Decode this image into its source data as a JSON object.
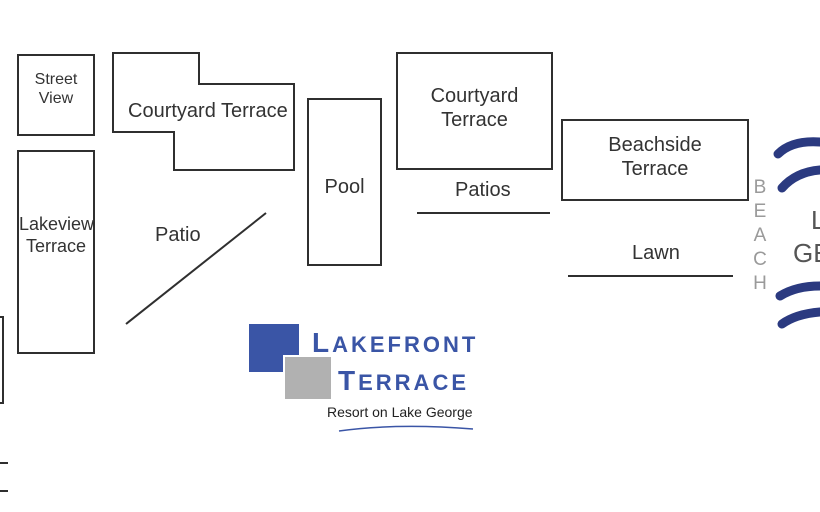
{
  "map": {
    "buildings": {
      "street_view": "Street\nView",
      "courtyard_terrace_1": "Courtyard Terrace",
      "lakeview_terrace": "Lakeview\nTerrace",
      "pool": "Pool",
      "courtyard_terrace_2": "Courtyard\nTerrace",
      "beachside_terrace": "Beachside\nTerrace"
    },
    "areas": {
      "patio": "Patio",
      "patios": "Patios",
      "lawn": "Lawn"
    },
    "beach_letters": [
      "B",
      "E",
      "A",
      "C",
      "H"
    ],
    "lake_partial": [
      "L",
      "GE"
    ]
  },
  "logo": {
    "word1_cap": "L",
    "word1_rest": "AKEFRONT",
    "word2_cap": "T",
    "word2_rest": "ERRACE",
    "subtitle": "Resort on Lake George",
    "colors": {
      "blue": "#3a55a6",
      "gray": "#b1b1b1"
    }
  },
  "colors": {
    "lines": "#2f2f2f",
    "waves": "#2b3a80",
    "beach_text": "#9a9a9a"
  }
}
